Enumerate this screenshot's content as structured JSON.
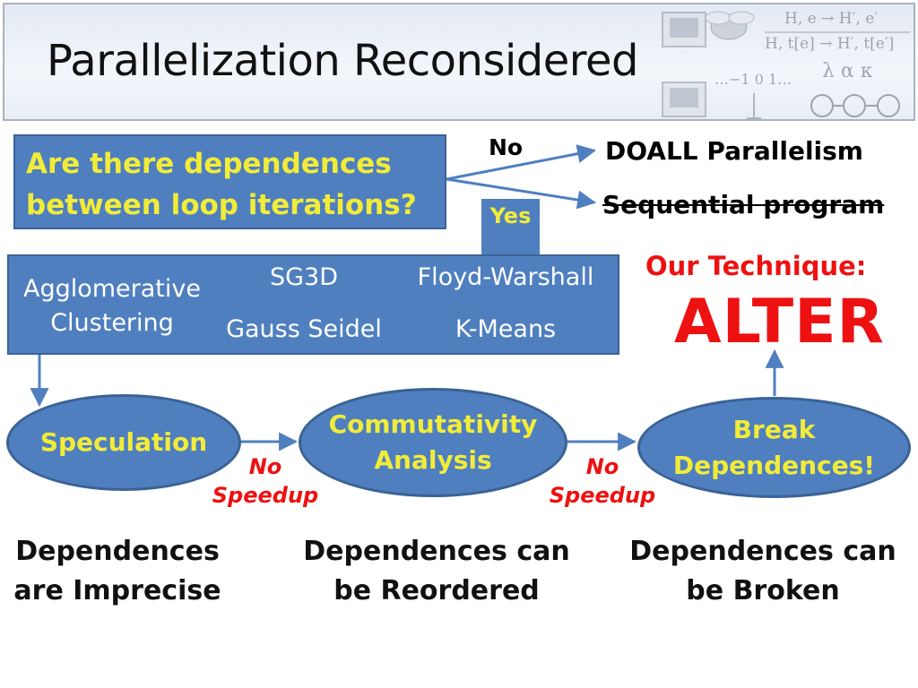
{
  "title": "Parallelization Reconsidered",
  "question": {
    "line1": "Are there dependences",
    "line2": "between loop iterations?"
  },
  "branches": {
    "no_label": "No",
    "yes_label": "Yes",
    "no_result": "DOALL Parallelism",
    "yes_result_struck": "Sequential program"
  },
  "algorithms": {
    "agglomerative_line1": "Agglomerative",
    "agglomerative_line2": "Clustering",
    "sg3d": "SG3D",
    "gauss_seidel": "Gauss Seidel",
    "floyd_warshall": "Floyd-Warshall",
    "k_means": "K-Means"
  },
  "technique": {
    "label": "Our Technique:",
    "name": "ALTER"
  },
  "stages": [
    {
      "line1": "Speculation",
      "line2": ""
    },
    {
      "line1": "Commutativity",
      "line2": "Analysis"
    },
    {
      "line1": "Break",
      "line2": "Dependences!"
    }
  ],
  "no_speedup": [
    {
      "line1": "No",
      "line2": "Speedup"
    },
    {
      "line1": "No",
      "line2": "Speedup"
    }
  ],
  "captions": [
    {
      "line1": "Dependences",
      "line2": "are Imprecise"
    },
    {
      "line1": "Dependences can",
      "line2": "be Reordered"
    },
    {
      "line1": "Dependences can",
      "line2": "be Broken"
    }
  ],
  "logo": {
    "rule1": "H, e → H′, e′",
    "rule2": "H, t[e] → H′, t[e′]",
    "seq": "…−1  0  1…",
    "greek": "λ α κ"
  },
  "colors": {
    "box_fill": "#4f7fbf",
    "box_border": "#3b6296",
    "highlight_text": "#f2ec39",
    "accent_red": "#ee1111"
  }
}
